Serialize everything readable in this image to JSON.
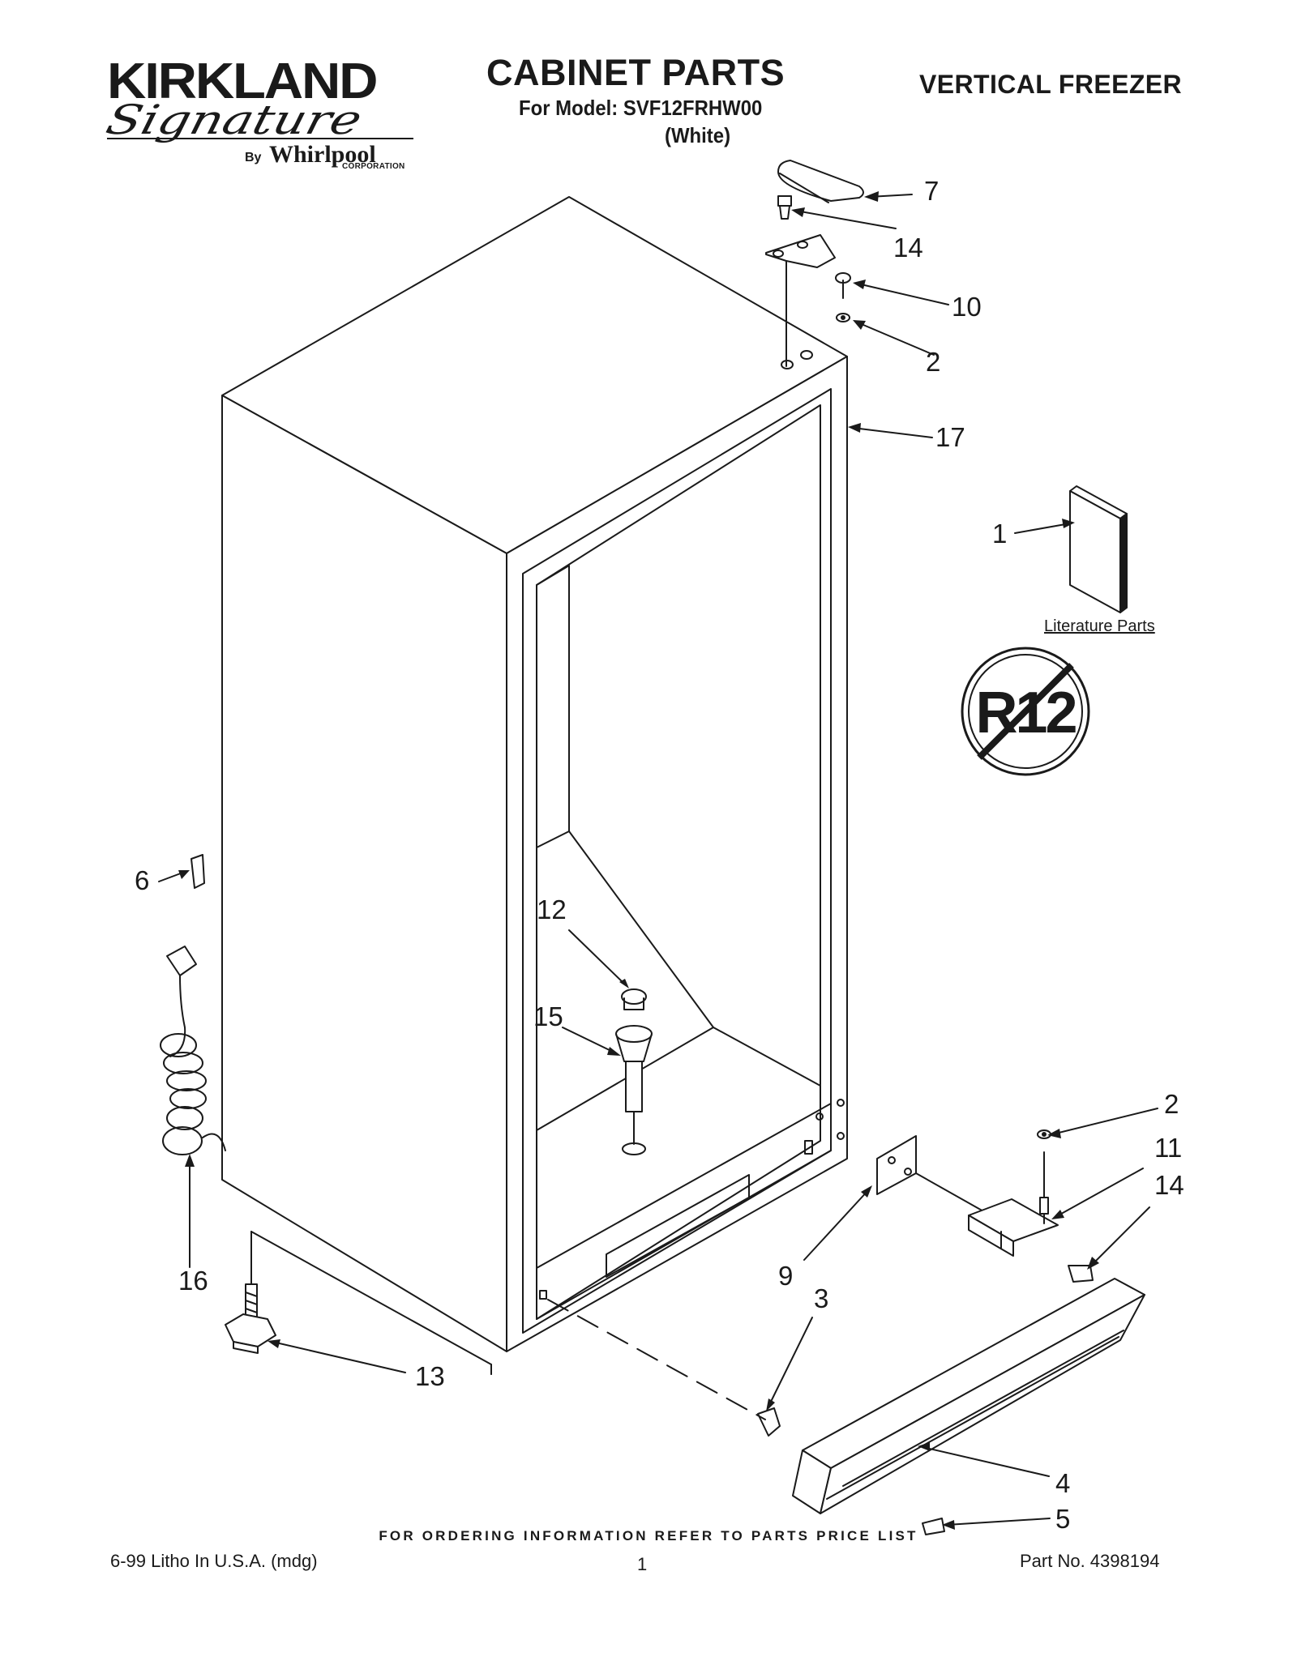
{
  "header": {
    "brand": {
      "name": "KIRKLAND",
      "signature": "Signature",
      "by": "By",
      "maker": "Whirlpool",
      "maker_suffix": "CORPORATION"
    },
    "title": "CABINET PARTS",
    "model_line": "For Model: SVF12FRHW00",
    "variant": "(White)",
    "category": "VERTICAL FREEZER"
  },
  "diagram": {
    "callouts": {
      "c7": "7",
      "c14a": "14",
      "c10": "10",
      "c2a": "2",
      "c17": "17",
      "c1": "1",
      "c6": "6",
      "c12": "12",
      "c15": "15",
      "c16": "16",
      "c13": "13",
      "c9": "9",
      "c3": "3",
      "c2b": "2",
      "c11": "11",
      "c14b": "14",
      "c4": "4",
      "c5": "5"
    },
    "literature_label": "Literature Parts",
    "no_r12_mark": "R12"
  },
  "footer": {
    "ordering_note": "FOR ORDERING INFORMATION REFER TO PARTS PRICE LIST",
    "print_info": "6-99 Litho In U.S.A. (mdg)",
    "page_number": "1",
    "part_number": "Part No. 4398194"
  }
}
